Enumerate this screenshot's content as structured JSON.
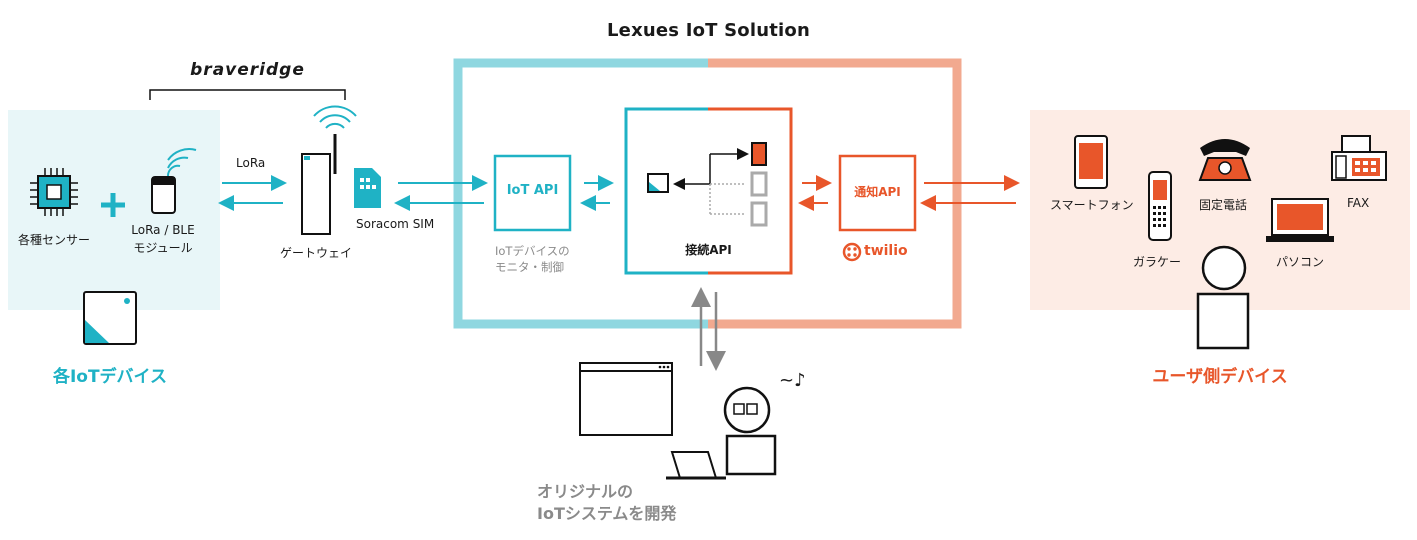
{
  "title": "Lexues IoT Solution",
  "vendor_logo": "braveridge",
  "left_panel": {
    "sensor_label": "各種センサー",
    "module_label_line1": "LoRa / BLE",
    "module_label_line2": "モジュール",
    "caption": "各IoTデバイス"
  },
  "lora_label": "LoRa",
  "gateway_label": "ゲートウェイ",
  "sim_label": "Soracom SIM",
  "iot_api": {
    "label": "IoT API",
    "desc_line1": "IoTデバイスの",
    "desc_line2": "モニタ・制御"
  },
  "connect_api_label": "接続API",
  "notify_api_label": "通知API",
  "twilio_logo": "twilio",
  "right_panel": {
    "smartphone_label": "スマートフォン",
    "landline_label": "固定電話",
    "fax_label": "FAX",
    "feature_phone_label": "ガラケー",
    "pc_label": "パソコン",
    "caption": "ユーザ側デバイス"
  },
  "developer_note": "~♪",
  "bottom_caption_line1": "オリジナルの",
  "bottom_caption_line2": "IoTシステムを開発",
  "colors": {
    "teal": "#1fb2c5",
    "teal_light": "#7fd4de",
    "orange": "#e8562a",
    "orange_light": "#f2a98f",
    "left_bg": "#e8f6f8",
    "right_bg": "#fdece5",
    "gray": "#999999"
  }
}
